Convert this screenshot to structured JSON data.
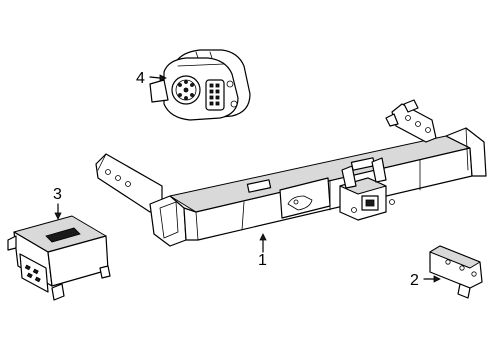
{
  "callouts": [
    {
      "number": "1",
      "part": "hitch-receiver"
    },
    {
      "number": "2",
      "part": "mounting-bracket"
    },
    {
      "number": "3",
      "part": "control-module"
    },
    {
      "number": "4",
      "part": "trailer-connector"
    }
  ],
  "colors": {
    "line": "#000000",
    "background": "#ffffff",
    "shade": "#d9d9d9"
  }
}
